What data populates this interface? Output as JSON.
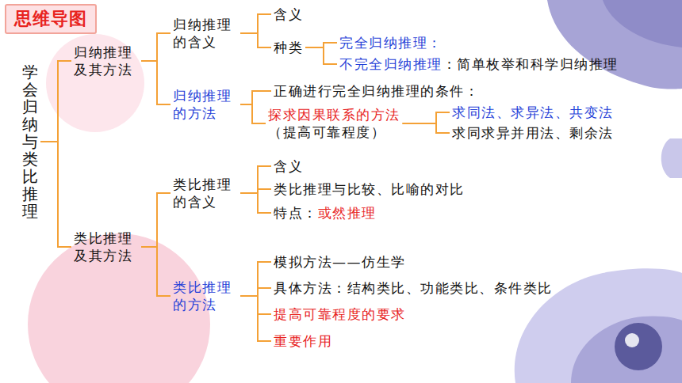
{
  "diagram": {
    "title": "思维导图",
    "nodes": [
      {
        "text": [
          "学会归纳与类比推理"
        ]
      },
      {
        "text": [
          "归纳推理及其方法"
        ]
      },
      {
        "text": [
          "类比推理及其方法"
        ]
      },
      {
        "text": [
          "归纳推理的含义"
        ]
      },
      {
        "text": [
          "归纳推理的方法"
        ]
      },
      {
        "text": [
          "含义"
        ]
      },
      {
        "text": [
          "种类"
        ]
      },
      {
        "text": [
          "完全归纳推理："
        ]
      },
      {
        "text": [
          "不完全归纳推理",
          "：简单枚举和科学归纳推理"
        ]
      },
      {
        "text": [
          "正确进行完全归纳推理的条件："
        ]
      },
      {
        "text": [
          "探求因果联系的方法",
          "（提高可靠程度）"
        ]
      },
      {
        "text": [
          "求同法、求异法、共变法"
        ]
      },
      {
        "text": [
          "求同求异并用法、剩余法"
        ]
      },
      {
        "text": [
          "类比推理的含义"
        ]
      },
      {
        "text": [
          "类比推理的方法"
        ]
      },
      {
        "text": [
          "含义"
        ]
      },
      {
        "text": [
          "类比推理与比较、比喻的对比"
        ]
      },
      {
        "text": [
          "特点：",
          "或然推理"
        ]
      },
      {
        "text": [
          "模拟方法——仿生学"
        ]
      },
      {
        "text": [
          "具体方法：结构类比、功能类比、条件类比"
        ]
      },
      {
        "text": [
          "提高可靠程度的要求"
        ]
      },
      {
        "text": [
          "重要作用"
        ]
      }
    ],
    "edges": [
      {
        "from": 0,
        "to": 1,
        "arrow": "none"
      },
      {
        "from": 0,
        "to": 2,
        "arrow": "none"
      },
      {
        "from": 1,
        "to": 3,
        "arrow": "none"
      },
      {
        "from": 1,
        "to": 4,
        "arrow": "none"
      },
      {
        "from": 3,
        "to": 5,
        "arrow": "none"
      },
      {
        "from": 3,
        "to": 6,
        "arrow": "none"
      },
      {
        "from": 6,
        "to": 7,
        "arrow": "none"
      },
      {
        "from": 6,
        "to": 8,
        "arrow": "none"
      },
      {
        "from": 4,
        "to": 9,
        "arrow": "none"
      },
      {
        "from": 4,
        "to": 10,
        "arrow": "none"
      },
      {
        "from": 10,
        "to": 11,
        "arrow": "none"
      },
      {
        "from": 10,
        "to": 12,
        "arrow": "none"
      },
      {
        "from": 2,
        "to": 13,
        "arrow": "none"
      },
      {
        "from": 2,
        "to": 14,
        "arrow": "none"
      },
      {
        "from": 13,
        "to": 15,
        "arrow": "none"
      },
      {
        "from": 13,
        "to": 16,
        "arrow": "none"
      },
      {
        "from": 13,
        "to": 17,
        "arrow": "none"
      },
      {
        "from": 14,
        "to": 18,
        "arrow": "none"
      },
      {
        "from": 14,
        "to": 19,
        "arrow": "none"
      },
      {
        "from": 14,
        "to": 20,
        "arrow": "none"
      },
      {
        "from": 14,
        "to": 21,
        "arrow": "none"
      }
    ]
  }
}
